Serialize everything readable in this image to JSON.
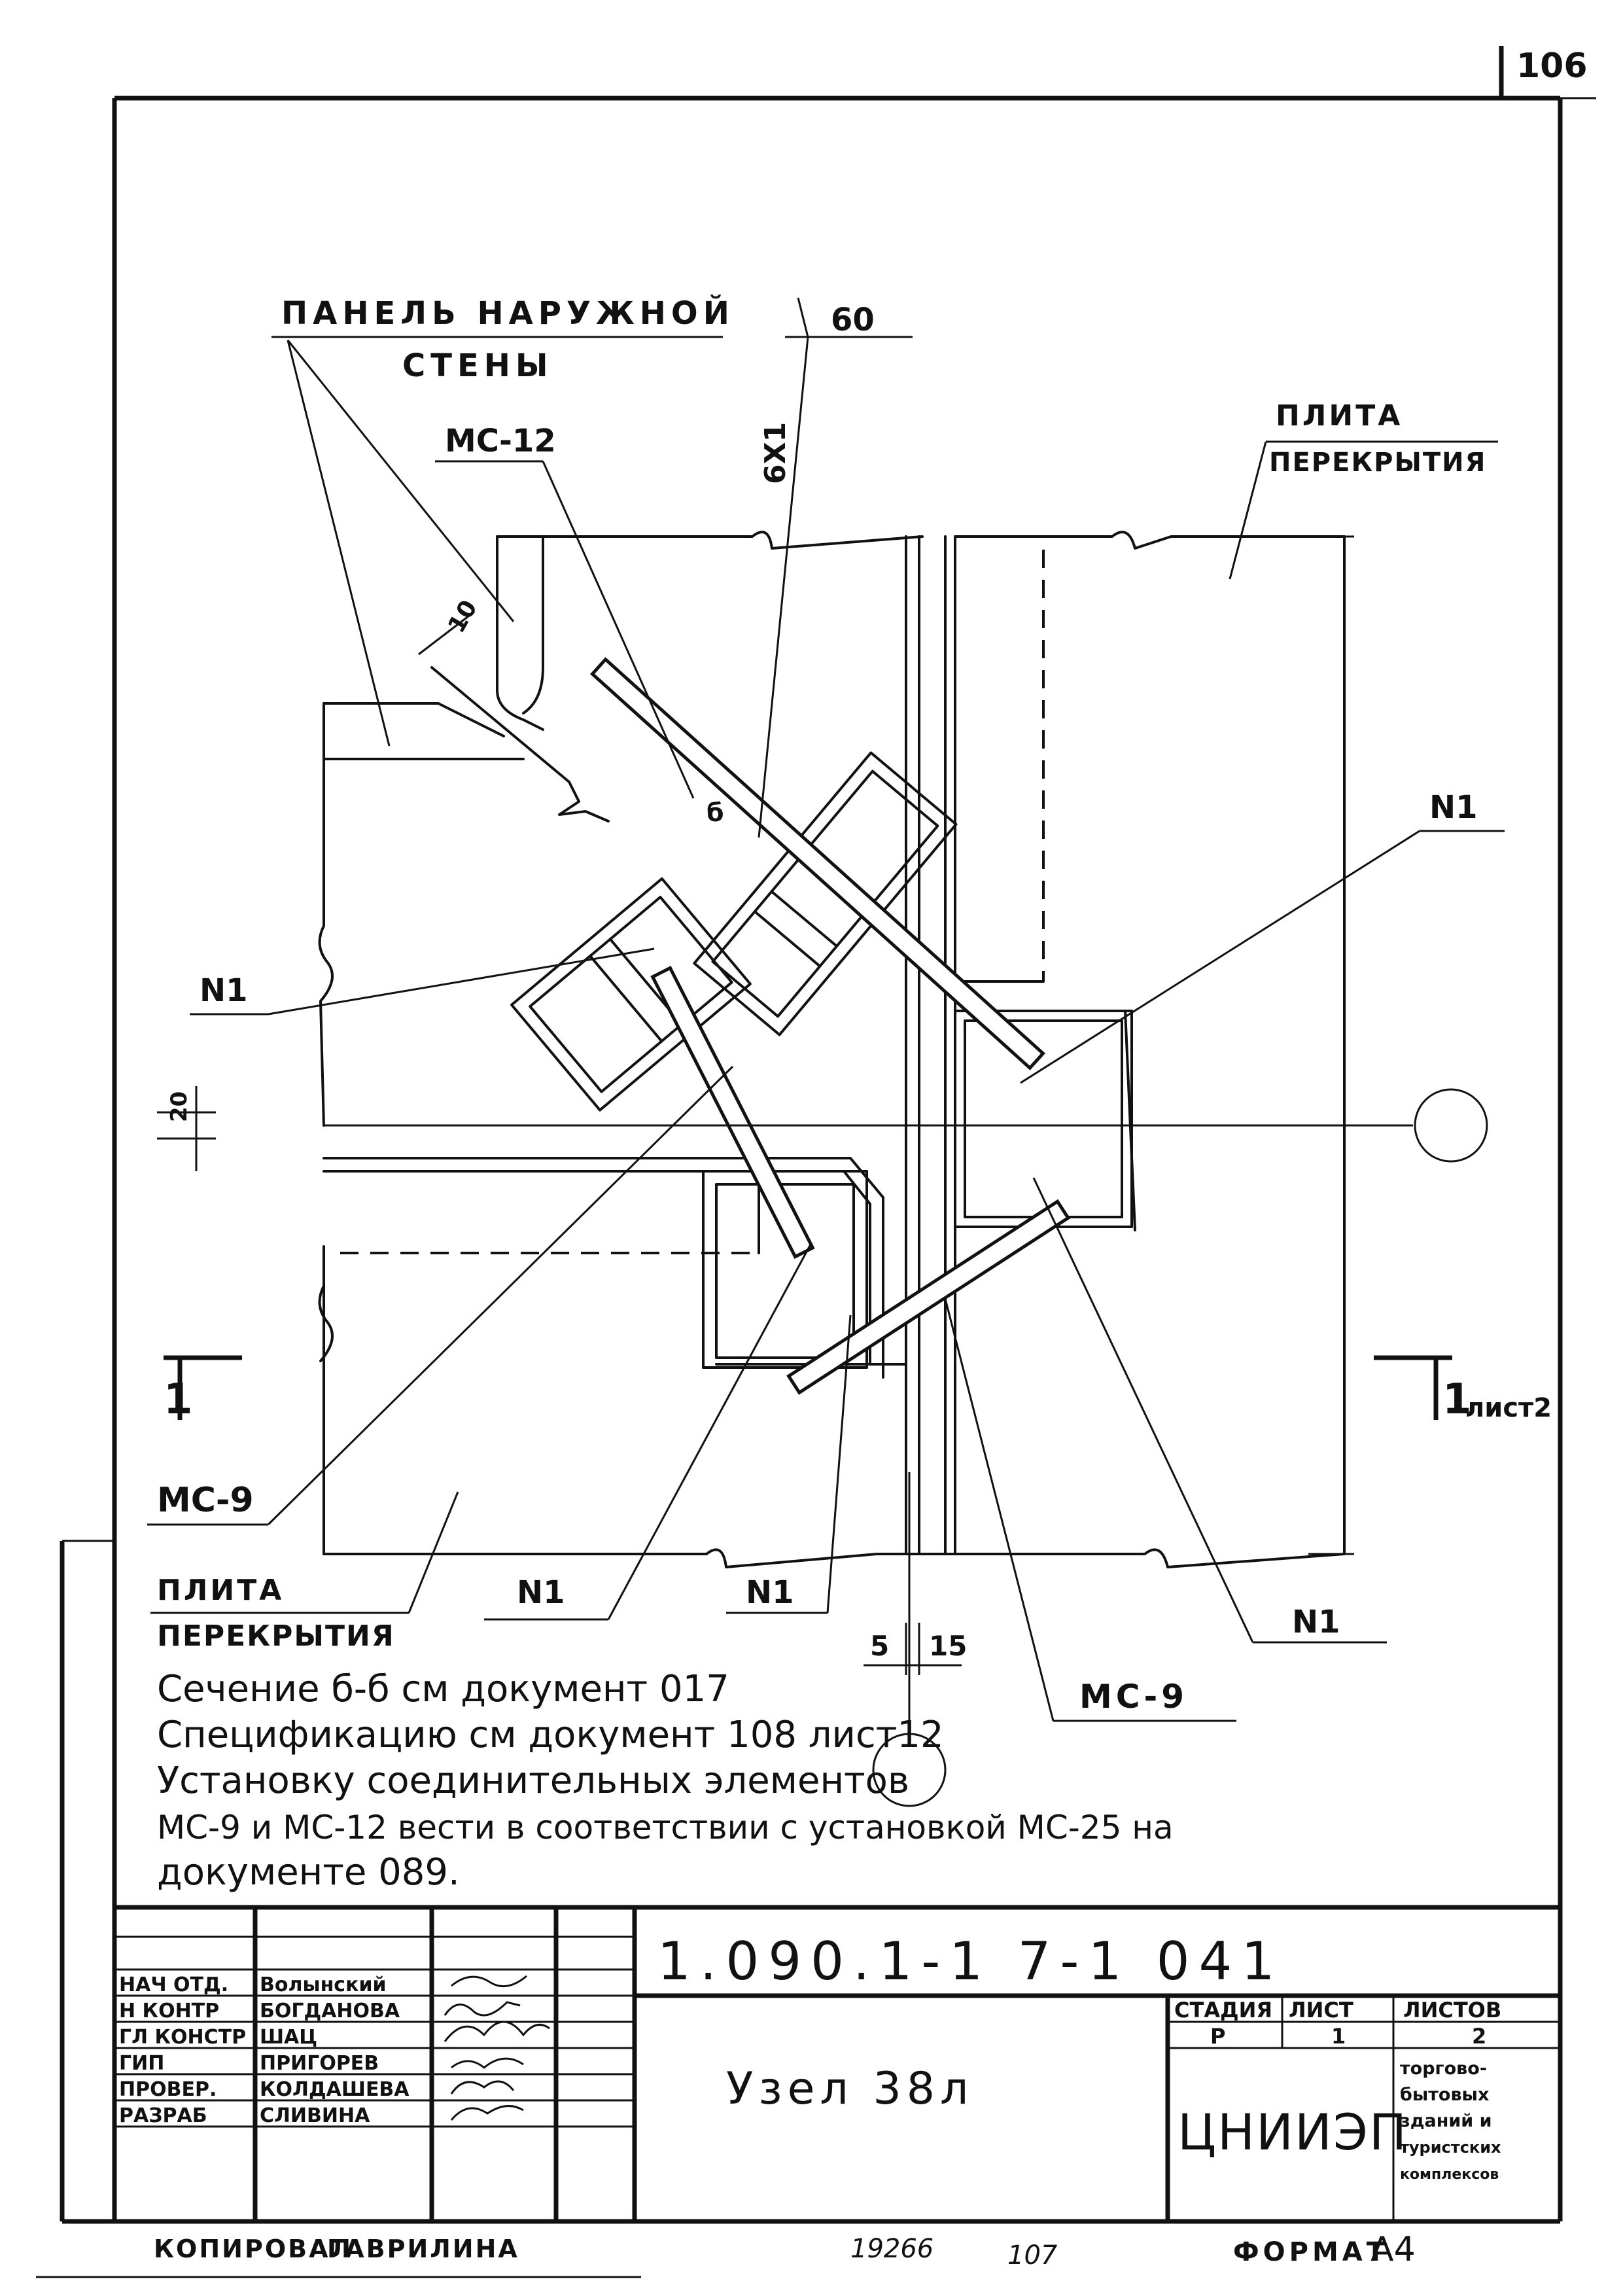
{
  "page_number": "106",
  "callouts": {
    "panel": [
      "ПАНЕЛЬ НАРУЖНОЙ",
      "СТЕНЫ"
    ],
    "mc12": "МС-12",
    "dim60": "60",
    "dim6x1": "6Х1",
    "slab_top": [
      "ПЛИТА",
      "ПЕРЕКРЫТИЯ"
    ],
    "n1_right_top": "N1",
    "n1_left": "N1",
    "dim10": "10",
    "dim20": "20",
    "section_left": "1",
    "section_right": "1",
    "section_sheet": "лист2",
    "mc9_left": "МС-9",
    "slab_bottom": [
      "ПЛИТА",
      "ПЕРЕКРЫТИЯ"
    ],
    "n1_bottom_a": "N1",
    "n1_bottom_b": "N1",
    "n1_bottom_right": "N1",
    "mc9_bottom": "МС-9",
    "dim5": "5",
    "dim15": "15",
    "section_mark": "б"
  },
  "notes": [
    "Сечение б-б см документ 017",
    "Спецификацию см документ 108 лист12",
    "Установку соединительных элементов",
    "МС-9 и МС-12 вести в соответствии с установкой МС-25 на",
    "документе 089."
  ],
  "title_block": {
    "doc_code": "1.090.1-1 7-1 041",
    "title": "Узел 38л",
    "roles": [
      {
        "role": "НАЧ ОТД.",
        "name": "Волынский"
      },
      {
        "role": "Н КОНТР",
        "name": "БОГДАНОВА"
      },
      {
        "role": "ГЛ КОНСТР",
        "name": "ШАЦ"
      },
      {
        "role": "ГИП",
        "name": "ПРИГОРЕВ"
      },
      {
        "role": "ПРОВЕР.",
        "name": "КОЛДАШЕВА"
      },
      {
        "role": "РАЗРАБ",
        "name": "СЛИВИНА"
      }
    ],
    "stage_label": "СТАДИЯ",
    "sheet_label": "ЛИСТ",
    "sheets_label": "ЛИСТОВ",
    "stage": "Р",
    "sheet": "1",
    "sheets": "2",
    "org": "ЦНИИЭП",
    "org_desc": [
      "торгово-",
      "бытовых",
      "зданий и",
      "туристских",
      "комплексов"
    ]
  },
  "footer": {
    "copied_label": "КОПИРОВАЛ",
    "copied_name": "ГАВРИЛИНА",
    "number": "19266",
    "page": "107",
    "format_label": "ФОРМАТ",
    "format_value": "А4"
  }
}
